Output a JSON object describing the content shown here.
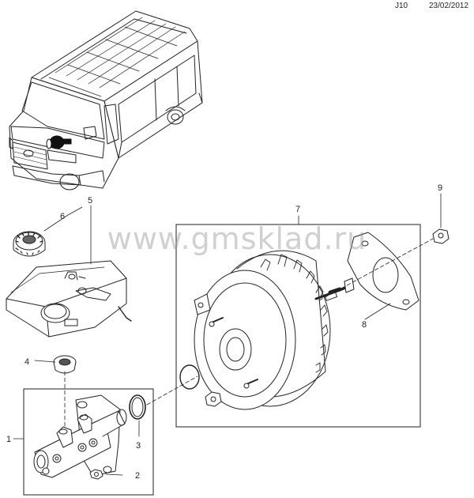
{
  "header": {
    "code": "J10",
    "date": "23/02/2012"
  },
  "watermark": "www.gmsklad.ru",
  "callouts": [
    "1",
    "2",
    "3",
    "4",
    "5",
    "6",
    "7",
    "8",
    "9"
  ],
  "colors": {
    "line": "#222222",
    "watermark": "#969696",
    "highlight": "#000000"
  }
}
